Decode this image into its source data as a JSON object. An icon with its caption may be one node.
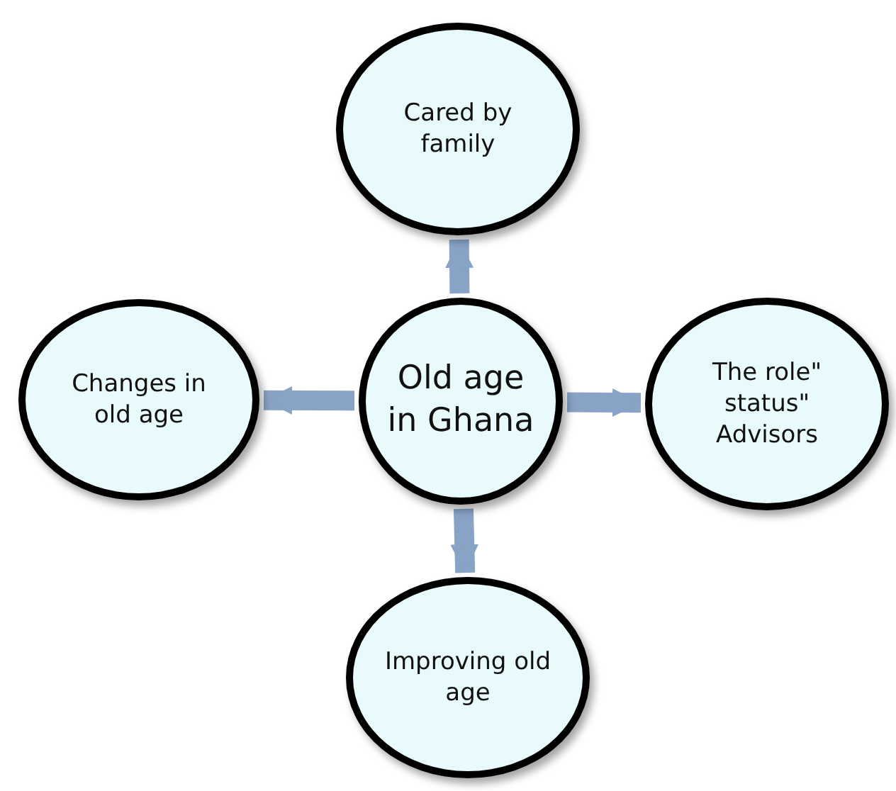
{
  "diagram": {
    "nodes": [
      {
        "text": [
          "Old age in Ghana"
        ]
      },
      {
        "text": [
          "Cared by family"
        ]
      },
      {
        "text": [
          "Changes in old age"
        ]
      },
      {
        "text": [
          "The role\" status\" Advisors"
        ]
      },
      {
        "text": [
          "Improving old age"
        ]
      }
    ],
    "edges": [
      {
        "from": 0,
        "to": 1,
        "arrow": "to"
      },
      {
        "from": 0,
        "to": 2,
        "arrow": "to"
      },
      {
        "from": 0,
        "to": 3,
        "arrow": "to"
      },
      {
        "from": 0,
        "to": 4,
        "arrow": "to"
      }
    ]
  }
}
